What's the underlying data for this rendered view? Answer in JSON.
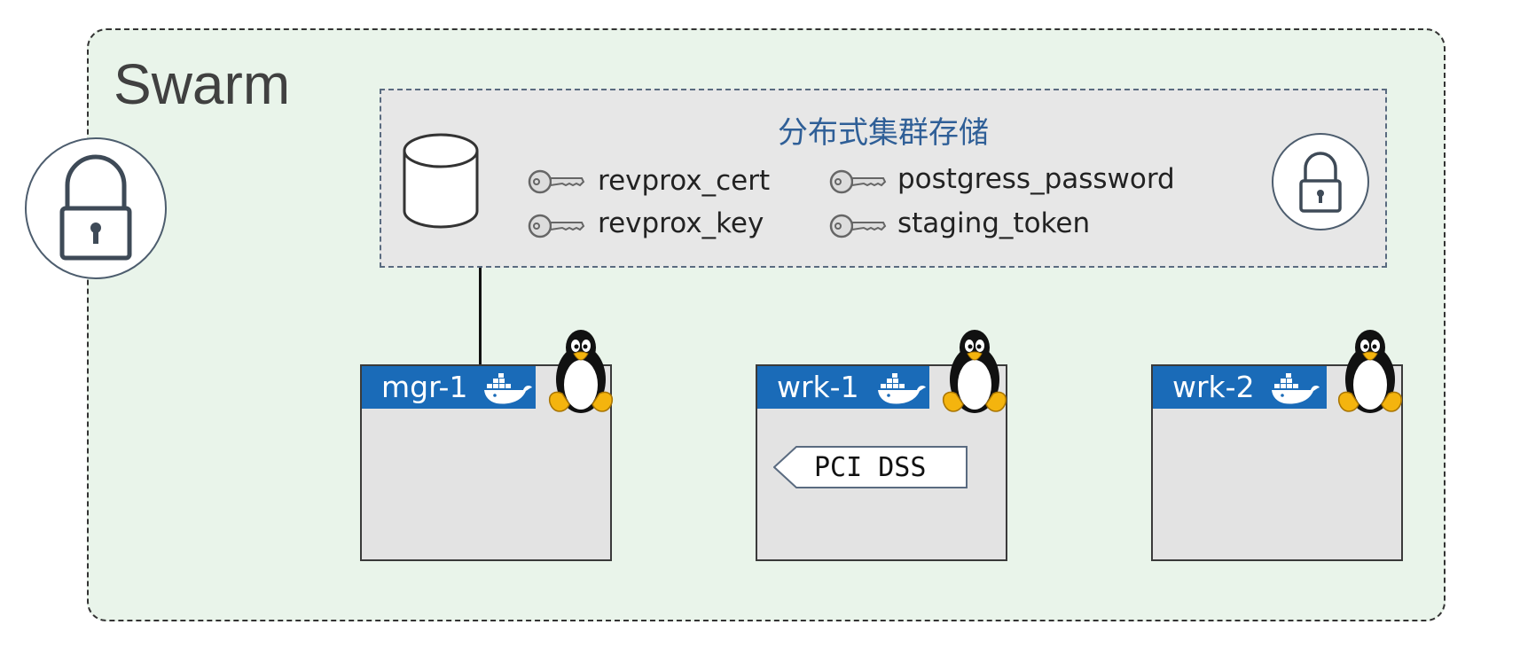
{
  "swarm": {
    "title": "Swarm"
  },
  "store": {
    "title": "分布式集群存储",
    "secrets": [
      "revprox_cert",
      "revprox_key",
      "postgress_password",
      "staging_token"
    ]
  },
  "nodes": [
    {
      "name": "mgr-1"
    },
    {
      "name": "wrk-1",
      "tag": "PCI DSS"
    },
    {
      "name": "wrk-2"
    }
  ],
  "icons": [
    "lock-icon",
    "database-icon",
    "key-icon",
    "docker-whale-icon",
    "linux-penguin-icon"
  ],
  "colors": {
    "swarm_bg": "#e9f4ea",
    "store_bg": "#e7e7e7",
    "node_label_bg": "#1a6bb8",
    "store_title": "#2f5f97"
  }
}
